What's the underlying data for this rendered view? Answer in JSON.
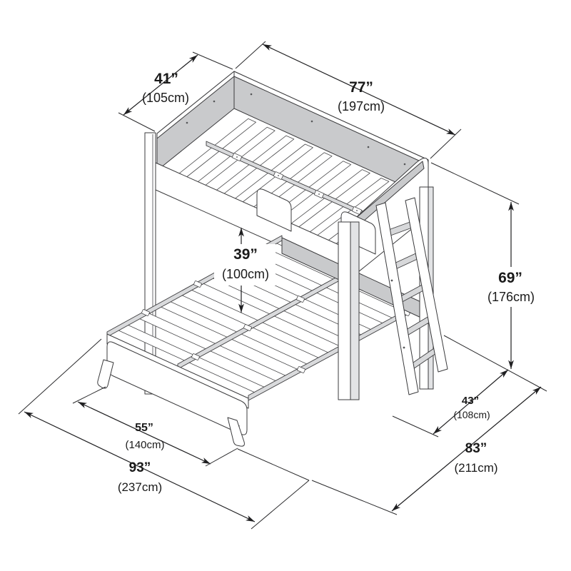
{
  "diagram": {
    "subject": "bunk-bed-dimension-drawing",
    "colors": {
      "line": "#3b3b3d",
      "dimension_line": "#1f1f21",
      "panel_gray": "#c9cacc",
      "background": "#ffffff"
    },
    "dimensions": {
      "d41": {
        "inches": "41”",
        "cm": "(105cm)"
      },
      "d77": {
        "inches": "77”",
        "cm": "(197cm)"
      },
      "d39": {
        "inches": "39”",
        "cm": "(100cm)"
      },
      "d69": {
        "inches": "69”",
        "cm": "(176cm)"
      },
      "d43": {
        "inches": "43”",
        "cm": "(108cm)"
      },
      "d83": {
        "inches": "83”",
        "cm": "(211cm)"
      },
      "d55": {
        "inches": "55”",
        "cm": "(140cm)"
      },
      "d93": {
        "inches": "93”",
        "cm": "(237cm)"
      }
    }
  }
}
